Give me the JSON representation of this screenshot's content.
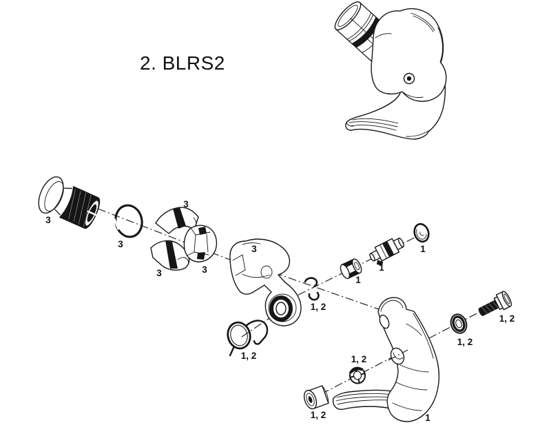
{
  "title": "2. BLRS2",
  "colors": {
    "line": "#161616",
    "background": "#ffffff"
  },
  "callouts": [
    {
      "part": "clamp-bolt",
      "label": "3"
    },
    {
      "part": "o-ring",
      "label": "3"
    },
    {
      "part": "clamp-shell-upper",
      "label": "3"
    },
    {
      "part": "clamp-shell-lower",
      "label": "3"
    },
    {
      "part": "expander-wedge",
      "label": "3"
    },
    {
      "part": "lever-body",
      "label": "3"
    },
    {
      "part": "return-spring",
      "label": "1, 2"
    },
    {
      "part": "retaining-clips",
      "label": "1, 2"
    },
    {
      "part": "pivot-bushing",
      "label": "1"
    },
    {
      "part": "cable-anchor",
      "label": "1"
    },
    {
      "part": "wave-washer",
      "label": "1"
    },
    {
      "part": "blade-washer",
      "label": "1, 2"
    },
    {
      "part": "pivot-bolt",
      "label": "1, 2"
    },
    {
      "part": "pivot-nut",
      "label": "1, 2"
    },
    {
      "part": "barrel-nut",
      "label": "1, 2"
    },
    {
      "part": "lever-blade",
      "label": "1"
    }
  ]
}
